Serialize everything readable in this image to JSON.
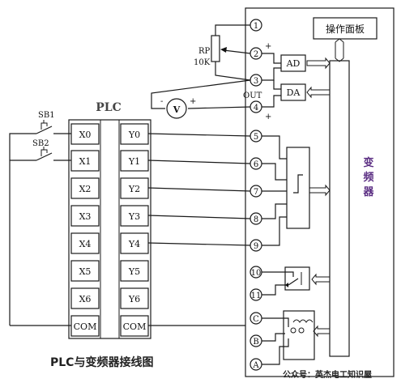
{
  "diagram": {
    "caption": "PLC与变频器接线图",
    "watermark": "公众号：英杰电工知识屋",
    "plc": {
      "title": "PLC",
      "inputs": [
        "X0",
        "X1",
        "X2",
        "X3",
        "X4",
        "X5",
        "X6",
        "COM"
      ],
      "outputs": [
        "Y0",
        "Y1",
        "Y2",
        "Y3",
        "Y4",
        "Y5",
        "Y6",
        "COM"
      ]
    },
    "switches": [
      "SB1",
      "SB2"
    ],
    "potentiometer": {
      "name": "RP",
      "value": "10K"
    },
    "meter": "V",
    "vfd": {
      "label_chars": [
        "变",
        "频",
        "器"
      ],
      "panel": "操作面板",
      "ad": "AD",
      "da": "DA",
      "out": "OUT",
      "plus": "+",
      "terminals": [
        "1",
        "2",
        "3",
        "4",
        "5",
        "6",
        "7",
        "8",
        "9",
        "10",
        "11",
        "C",
        "B",
        "A"
      ]
    }
  }
}
